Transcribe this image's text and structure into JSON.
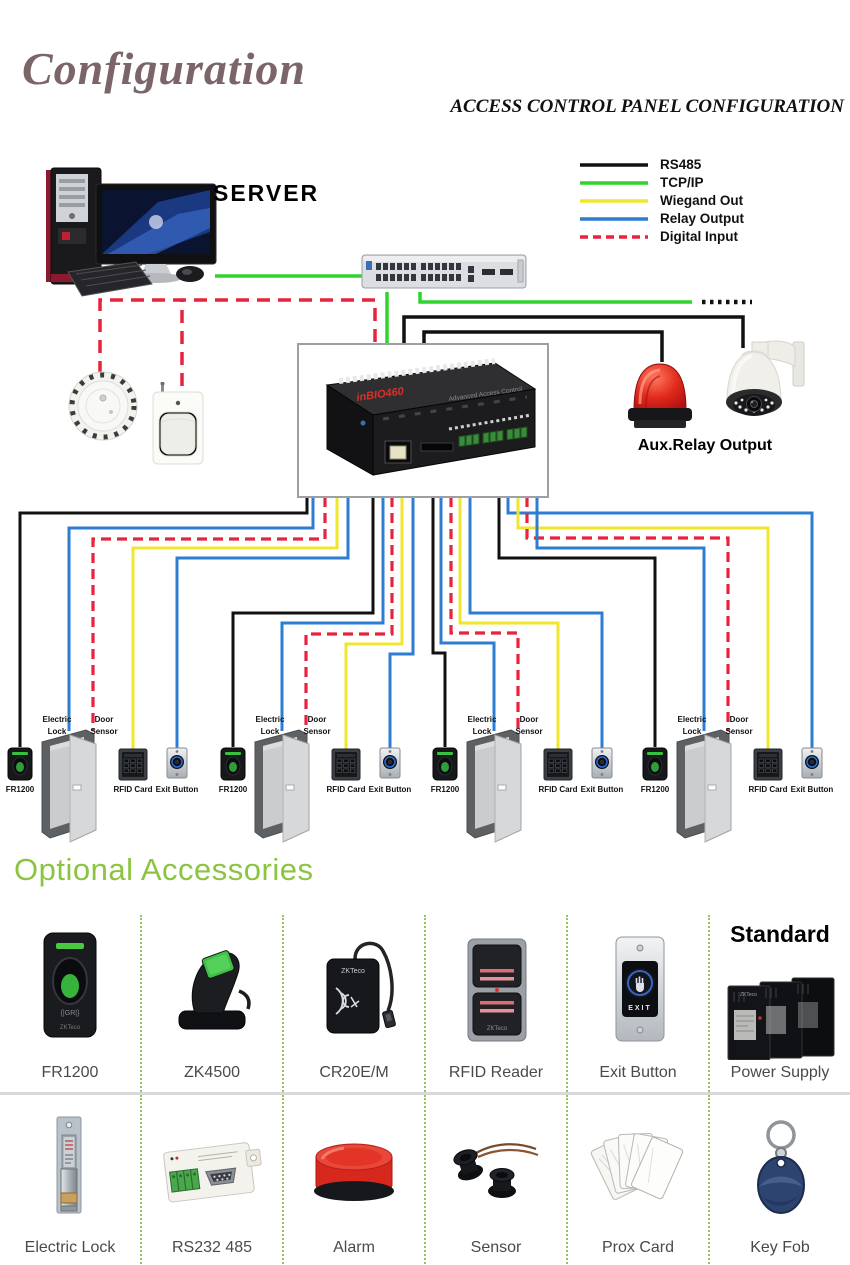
{
  "header": {
    "title": "Configuration",
    "subtitle": "ACCESS CONTROL PANEL CONFIGURATION"
  },
  "legend": {
    "items": [
      {
        "label": "RS485",
        "color": "#111111",
        "style": "solid"
      },
      {
        "label": "TCP/IP",
        "color": "#2fd42f",
        "style": "solid"
      },
      {
        "label": "Wiegand Out",
        "color": "#f0e62e",
        "style": "solid"
      },
      {
        "label": "Relay Output",
        "color": "#2d7dd2",
        "style": "solid"
      },
      {
        "label": "Digital Input",
        "color": "#e8233c",
        "style": "dashed"
      }
    ]
  },
  "diagram": {
    "server_label": "SERVER",
    "aux_relay_label": "Aux.Relay Output",
    "door_labels": {
      "electric_lock": "Electric Lock",
      "door_sensor": "Door Sensor",
      "fingerprint_reader": "FR1200",
      "rfid_card": "RFID Card",
      "exit_button": "Exit Button"
    }
  },
  "accessories": {
    "heading": "Optional Accessories",
    "standard_badge": "Standard",
    "row1": [
      "FR1200",
      "ZK4500",
      "CR20E/M",
      "RFID Reader",
      "Exit Button",
      "Power Supply"
    ],
    "row2": [
      "Electric Lock",
      "RS232 485",
      "Alarm",
      "Sensor",
      "Prox Card",
      "Key Fob"
    ]
  },
  "colors": {
    "title": "#7b6568",
    "accessories_heading": "#8bc540",
    "rs485": "#111111",
    "tcpip": "#2fd42f",
    "wiegand": "#f0e62e",
    "relay": "#2d7dd2",
    "digital": "#e8233c"
  }
}
